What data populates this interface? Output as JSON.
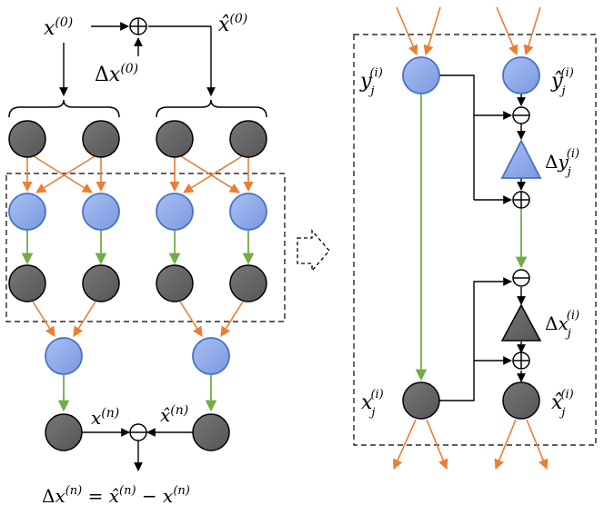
{
  "labels": {
    "x0_base": "x",
    "x0_sup": "(0)",
    "xh0_base": "x̂",
    "xh0_sup": "(0)",
    "dx0_delta": "Δ",
    "dx0_base": "x",
    "dx0_sup": "(0)",
    "xn_base": "x",
    "xn_sup": "(n)",
    "xhn_base": "x̂",
    "xhn_sup": "(n)",
    "eq_delta": "Δ",
    "eq_x1": "x",
    "eq_sup1": "(n)",
    "eq_eq": " = ",
    "eq_x2": "x̂",
    "eq_sup2": "(n)",
    "eq_minus": " − ",
    "eq_x3": "x",
    "eq_sup3": "(n)",
    "y_base": "y",
    "y_sub": "j",
    "y_sup": "(i)",
    "yh_base": "ŷ",
    "yh_sub": "j",
    "yh_sup": "(i)",
    "dy_delta": "Δ",
    "dy_base": "y",
    "dy_sub": "j",
    "dy_sup": "(i)",
    "dx_delta": "Δ",
    "dx_base": "x",
    "dx_sub": "j",
    "dx_sup": "(i)",
    "x_base": "x",
    "x_sub": "j",
    "x_sup": "(i)",
    "xh_base": "x̂",
    "xh_sub": "j",
    "xh_sup": "(i)"
  },
  "colors": {
    "node_blue": "#8fa8e8",
    "node_blue_stroke": "#4472c4",
    "node_gray": "#6b6b6b",
    "arrow_orange": "#ed7d31",
    "arrow_green": "#70ad47",
    "line_black": "#000000"
  }
}
